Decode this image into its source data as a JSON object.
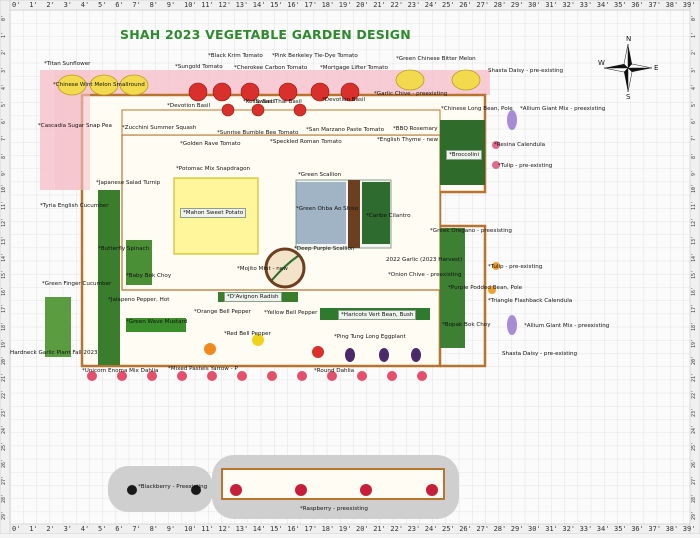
{
  "title": "SHAH 2023 VEGETABLE GARDEN DESIGN",
  "compass": {
    "n": "N",
    "s": "S",
    "e": "E",
    "w": "W"
  },
  "ruler": {
    "top": [
      "0'",
      "1'",
      "2'",
      "3'",
      "4'",
      "5'",
      "6'",
      "7'",
      "8'",
      "9'",
      "10'",
      "11'",
      "12'",
      "13'",
      "14'",
      "15'",
      "16'",
      "17'",
      "18'",
      "19'",
      "20'",
      "21'",
      "22'",
      "23'",
      "24'",
      "25'",
      "26'",
      "27'",
      "28'",
      "29'",
      "30'",
      "31'",
      "32'",
      "33'",
      "34'",
      "35'",
      "36'",
      "37'",
      "38'",
      "39'"
    ],
    "side": [
      "0'",
      "1'",
      "2'",
      "3'",
      "4'",
      "5'",
      "6'",
      "7'",
      "8'",
      "9'",
      "10'",
      "11'",
      "12'",
      "13'",
      "14'",
      "15'",
      "16'",
      "17'",
      "18'",
      "19'",
      "20'",
      "21'",
      "22'",
      "23'",
      "24'",
      "25'",
      "26'",
      "27'",
      "28'",
      "29'",
      "30'"
    ]
  },
  "labels": {
    "titan_sunflower": "*Titan Sunflower",
    "chinese_wm": "*Chinese Wint Melon Smallround",
    "cascadia": "*Cascadia Sugar Snap Pea",
    "zucchini": "*Zucchini Summer Squash",
    "golden_rave": "*Golden Rave Tomato",
    "black_krim": "*Black Krim Tomato",
    "pink_berkeley": "*Pink Berkeley Tie-Dye Tomato",
    "sungold": "*Sungold Tomato",
    "cherokee": "*Cherokee Carbon Tomato",
    "mortgage": "*Mortgage Lifter Tomato",
    "devotion1": "*Devotion Basil",
    "kosie": "*Kosie Basil",
    "sweet_thai": "*Sweet Thai Basil",
    "devotion2": "*Devotion Basil",
    "sunrise": "*Sunrise Bumble Bee Tomato",
    "san_marzano": "*San Marzano Paste Tomato",
    "speckled": "*Speckled Roman Tomato",
    "green_bitter": "*Green Chinese Bitter Melon",
    "shasta_top": "Shasta Daisy - pre-existing",
    "garlic_chive": "*Garlic Chive - preexisting",
    "bbq_rosemary": "*BBQ Rosemary",
    "english_thyme": "*English Thyme - new",
    "chinese_long": "*Chinese Long Bean, Pole",
    "allium_top": "*Allium Giant Mix - preexisting",
    "broccolini": "*Broccolini",
    "resina": "*Resina Calendula",
    "tulip_top": "*Tulip - pre-existing",
    "japanese_turnip": "*Japanese Salad Turnip",
    "potomac": "*Potomac Mix Snapdragon",
    "mahon": "*Mahon Sweet Potato",
    "green_scallion": "*Green Scallion",
    "green_shiso": "*Green Ohba Ao Shiso",
    "caribe": "*Caribe Cilantro",
    "deep_purple": "*Deep Purple Scallion",
    "tyria": "*Tyria English Cucumber",
    "butterfly": "*Butterfly Spinach",
    "baby_bok": "*Baby Bok Choy",
    "mojito": "*Mojito Mint - new",
    "greek_oregano": "*Greek Oregano - preexisting",
    "garlic_2022": "2022 Garlic (2023 Harvest)",
    "onion_chive": "*Onion Chive - preexisting",
    "tulip_mid": "*Tulip - pre-existing",
    "purple_podded": "*Purple Podded Bean, Pole",
    "triangle": "*Triangle Flashback Calendula",
    "green_finger": "*Green Finger Cucumber",
    "jalapeno": "*Jalapeno Pepper, Hot",
    "davignon": "*D'Avignon Radish",
    "green_wave": "*Green Wave Mustard",
    "orange_bell": "*Orange Bell Pepper",
    "yellow_bell": "*Yellow Bell Pepper",
    "haricots": "*Haricots Vert Bean, Bush",
    "red_bell": "*Red Bell Pepper",
    "ping_tung": "*Ping Tung Long Eggplant",
    "bopak": "*Bopak Bok Choy",
    "allium_bot": "*Allium Giant Mix - preexisting",
    "shasta_bot": "Shasta Daisy - pre-existing",
    "hardneck": "Hardneck Garlic Plant Fall 2023",
    "unicorn": "*Unicorn Enoma Mix Dahlia",
    "mixed_pastels": "*Mixed Pastels Yarrow - P",
    "round_dahlia": "*Round Dahlia",
    "blackberry": "*Blackberry - Preexisting",
    "raspberry": "*Raspberry - preexisting"
  },
  "colors": {
    "title": "#2e8a2e",
    "bed": "#b8732e",
    "bed_fill": "#fffbea",
    "pink": "#f4b6c2",
    "gray": "#c9c9c9",
    "yellow": "#fff59a"
  }
}
